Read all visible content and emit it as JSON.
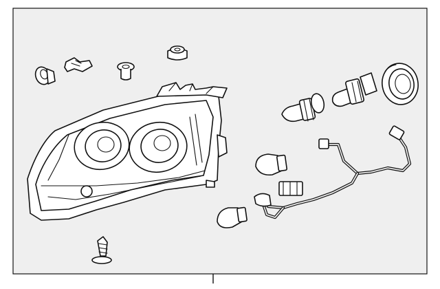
{
  "diagram": {
    "background_color": "#efefef",
    "line_color": "#111111",
    "parts": [
      "headlamp-assembly",
      "push-pin-grommet",
      "clip",
      "spacer-grommet",
      "cap-grommet",
      "turn-signal-bulb-socket",
      "headlamp-bulb",
      "bulb-seal-cover",
      "wiring-harness",
      "side-marker-bulb",
      "park-bulb",
      "mounting-bolt"
    ],
    "callout_line": true
  }
}
